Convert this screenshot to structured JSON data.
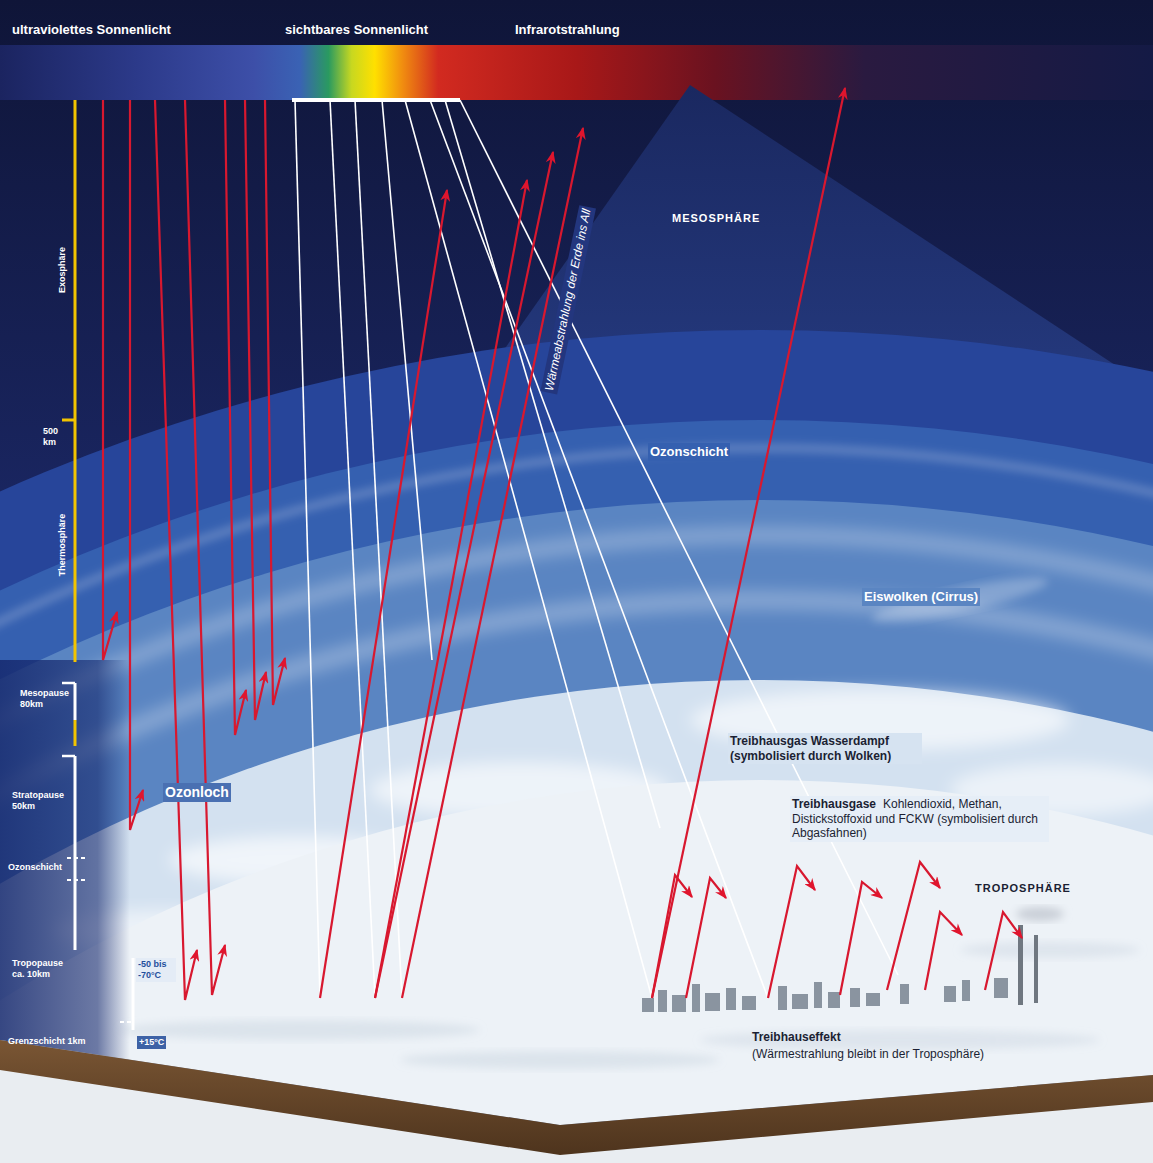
{
  "diagram": {
    "labels": [
      "ultraviolettes Sonnenlicht",
      "sichtbares Sonnenlicht",
      "Infrarotstrahlung",
      "Exosphäre",
      "500 km",
      "Thermosphäre",
      "Mesopause 80km",
      "Stratopause 50km",
      "Ozonschicht",
      "Tropopause ca. 10km",
      "-50 bis -70°C",
      "Grenzschicht 1km",
      "+15°C",
      "Ozonloch",
      "MESOSPHÄRE",
      "Wärmeabstrahlung der Erde ins All",
      "Ozonschicht",
      "Eiswolken (Cirrus)",
      "Treibhausgas Wasserdampf (symbolisiert durch Wolken)",
      "Treibhausgase",
      "Kohlendioxid, Methan, Distickstoffoxid und FCKW (symbolisiert durch Abgasfahnen)",
      "TROPOSPHÄRE",
      "Treibhauseffekt",
      "(Wärmestrahlung bleibt in der Troposphäre)"
    ]
  }
}
